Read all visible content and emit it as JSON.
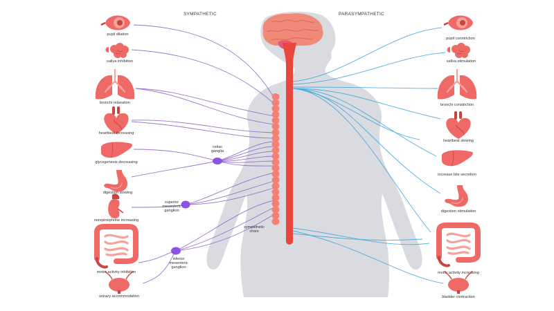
{
  "headings": {
    "left": "SYMPATHETIC",
    "right": "PARASYMPATHETIC"
  },
  "sympathetic": {
    "organs": [
      {
        "label": "pupil dilation",
        "icon": "eye-icon"
      },
      {
        "label": "saliva inhibition",
        "icon": "salivary-gland-icon"
      },
      {
        "label": "bronchi relaxation",
        "icon": "lungs-icon"
      },
      {
        "label": "heartbeat increasing",
        "icon": "heart-icon"
      },
      {
        "label": "glycogenesis decreasing",
        "icon": "liver-icon"
      },
      {
        "label": "digestion slowing",
        "icon": "stomach-icon"
      },
      {
        "label": "norepinephrine increasing",
        "icon": "adrenal-kidney-icon"
      },
      {
        "label": "motor activity inhibition",
        "icon": "intestine-icon"
      },
      {
        "label": "urinary accommodation",
        "icon": "bladder-icon"
      }
    ],
    "ganglia": [
      {
        "label_lines": [
          "celiac",
          "ganglia"
        ]
      },
      {
        "label_lines": [
          "superior",
          "mesenteric",
          "ganglion"
        ]
      },
      {
        "label_lines": [
          "inferior",
          "mesenteric",
          "ganglion"
        ]
      }
    ],
    "chain_label_lines": [
      "sympathetic",
      "chain"
    ]
  },
  "parasympathetic": {
    "organs": [
      {
        "label": "pupil constriction",
        "icon": "eye-icon"
      },
      {
        "label": "saliva stimulation",
        "icon": "salivary-gland-icon"
      },
      {
        "label": "bronchi constriction",
        "icon": "lungs-icon"
      },
      {
        "label": "heartbeat slowing",
        "icon": "heart-icon"
      },
      {
        "label": "increase bile secretion",
        "icon": "liver-icon"
      },
      {
        "label": "digestion stimulation",
        "icon": "stomach-icon"
      },
      {
        "label": "motor activity increasing",
        "icon": "intestine-icon"
      },
      {
        "label": "bladder contraction",
        "icon": "bladder-icon"
      }
    ]
  },
  "colors": {
    "body_silhouette": "#d9dbe1",
    "organ": "#ef6a67",
    "organ_dark": "#c9433f",
    "organ_light": "#f6a19a",
    "brain": "#f08a78",
    "spinal_cord": "#e9463f",
    "sympathetic_chain": "#f57f72",
    "sympathetic_nerve": "#9066c9",
    "ganglion": "#8a55e0",
    "parasympathetic_nerve": "#3fa9dc"
  }
}
